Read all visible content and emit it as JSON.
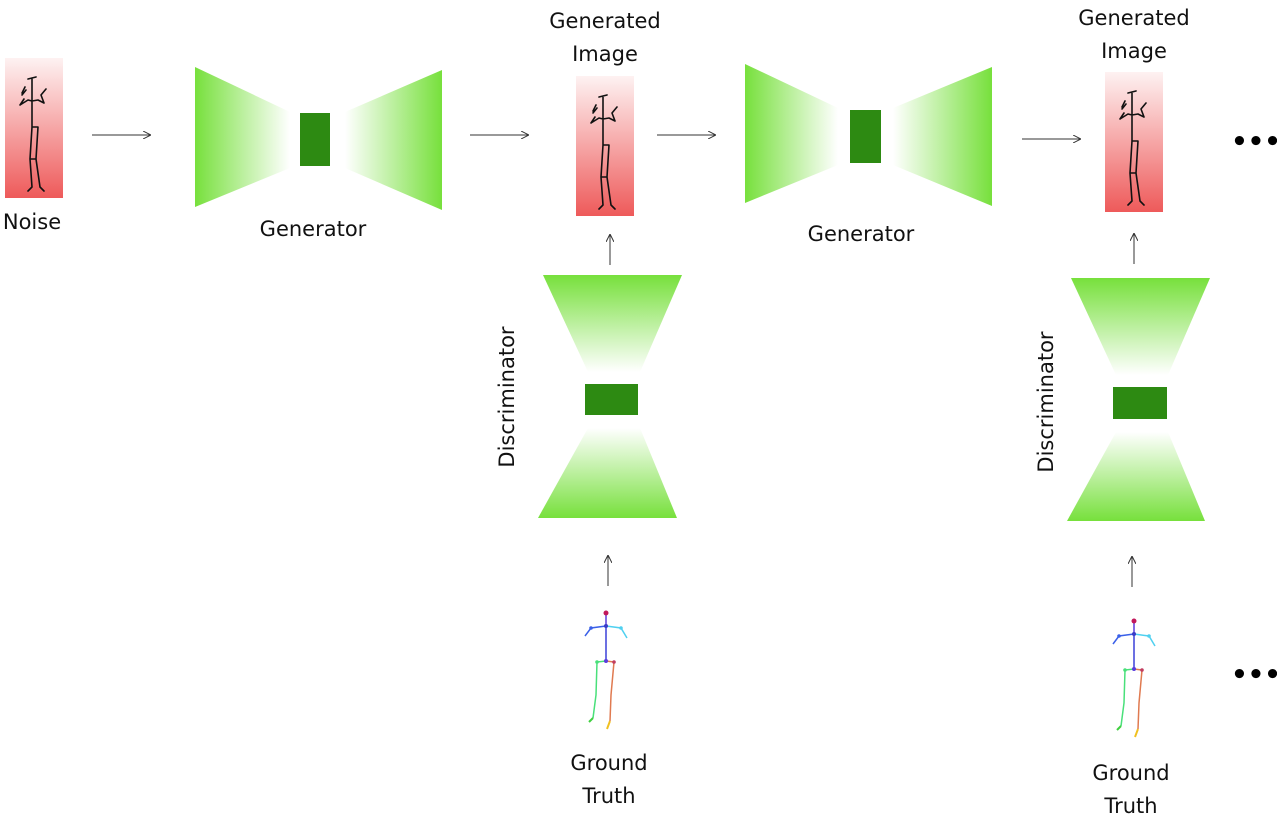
{
  "labels": {
    "noise": "Noise",
    "generator_1": "Generator",
    "generator_2": "Generator",
    "generated_1_line1": "Generated",
    "generated_1_line2": "Image",
    "generated_2_line1": "Generated",
    "generated_2_line2": "Image",
    "discriminator_1": "Discriminator",
    "discriminator_2": "Discriminator",
    "ground_truth_1_line1": "Ground",
    "ground_truth_1_line2": "Truth",
    "ground_truth_2_line1": "Ground",
    "ground_truth_2_line2": "Truth",
    "ellipsis_top": "•••",
    "ellipsis_bottom": "•••"
  },
  "colors": {
    "network_green": "#77e03c",
    "bottleneck_green": "#2d8a12",
    "image_red": "#ee5a5a",
    "arrow": "#333333",
    "stick_figure": "#111111"
  },
  "icons": {
    "noise_image": "stick-figure-icon",
    "generated_image": "stick-figure-icon",
    "ground_truth_pose": "colored-skeleton-icon"
  }
}
